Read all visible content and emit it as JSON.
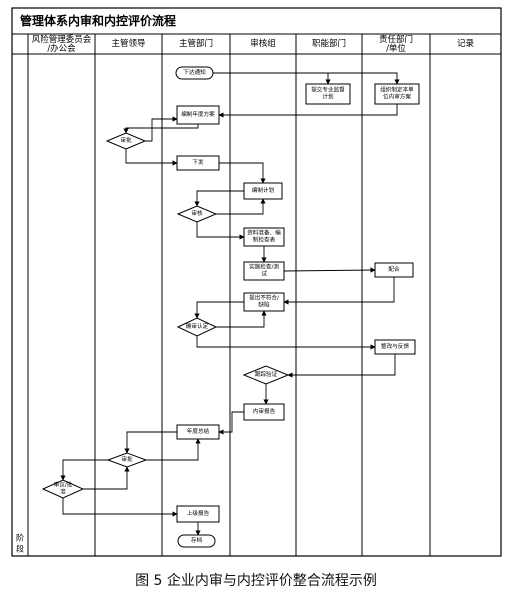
{
  "title": "管理体系内审和内控评价流程",
  "lanes": [
    "风险管理委员会/办公会",
    "主管领导",
    "主管部门",
    "审核组",
    "职能部门",
    "责任部门/单位",
    "记录"
  ],
  "stage_label": "阶段",
  "nodes": {
    "n_issue": "下达通知",
    "n_func_plan": "提交专业监督计划",
    "n_resp_plan": "组织制定本单位内审方案",
    "n_annual": "编制年度方案",
    "n_approve1": "审批",
    "n_send": "下发",
    "n_audit_plan": "编制计划",
    "n_review1": "审核",
    "n_prepare": "资料准备、编制检查表",
    "n_inspect": "实施检查/测试",
    "n_cooperate": "配合",
    "n_nonconf": "提出不符合/缺陷",
    "n_confirm": "确审认定",
    "n_rectify": "整改与反馈",
    "n_verify": "跟踪验证",
    "n_report": "内审报告",
    "n_summary": "年度总结",
    "n_approve2": "审批",
    "n_review2": "审议/批准",
    "n_submit": "上级报告",
    "n_archive": "存档"
  },
  "caption": "图 5 企业内审与内控评价整合流程示例"
}
